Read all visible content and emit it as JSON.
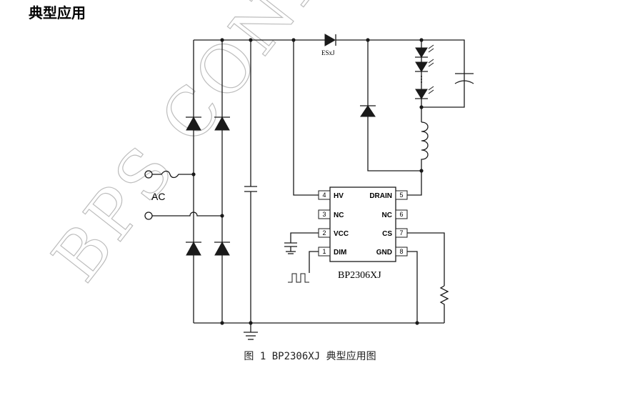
{
  "heading": "典型应用",
  "caption": "图 1 BP2306XJ 典型应用图",
  "watermark": "BPS CONFIDENTIAL",
  "chip": {
    "name": "BP2306XJ",
    "pins_left": [
      {
        "num": "4",
        "label": "HV"
      },
      {
        "num": "3",
        "label": "NC"
      },
      {
        "num": "2",
        "label": "VCC"
      },
      {
        "num": "1",
        "label": "DIM"
      }
    ],
    "pins_right": [
      {
        "num": "5",
        "label": "DRAIN"
      },
      {
        "num": "6",
        "label": "NC"
      },
      {
        "num": "7",
        "label": "CS"
      },
      {
        "num": "8",
        "label": "GND"
      }
    ]
  },
  "labels": {
    "diode": "ESxJ",
    "ac": "AC"
  }
}
